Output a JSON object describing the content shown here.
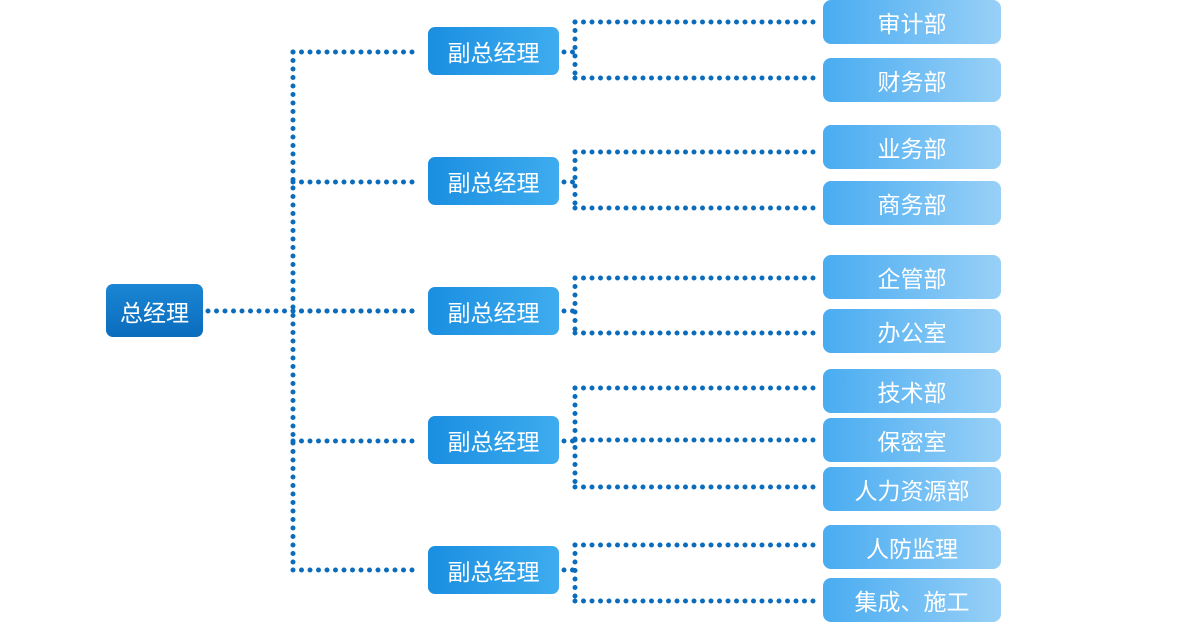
{
  "chart_data": {
    "type": "org-chart",
    "root": {
      "label": "总经理"
    },
    "branches": [
      {
        "label": "副总经理",
        "departments": [
          "审计部",
          "财务部"
        ]
      },
      {
        "label": "副总经理",
        "departments": [
          "业务部",
          "商务部"
        ]
      },
      {
        "label": "副总经理",
        "departments": [
          "企管部",
          "办公室"
        ]
      },
      {
        "label": "副总经理",
        "departments": [
          "技术部",
          "保密室",
          "人力资源部"
        ]
      },
      {
        "label": "副总经理",
        "departments": [
          "人防监理",
          "集成、施工"
        ]
      }
    ]
  },
  "colors": {
    "connector": "#0b6cbc",
    "root_fill": "#0b6cbc",
    "vp_fill": "#1a8ee0",
    "dept_fill_start": "#49acf1",
    "dept_fill_end": "#98d0f7",
    "text": "#ffffff"
  }
}
